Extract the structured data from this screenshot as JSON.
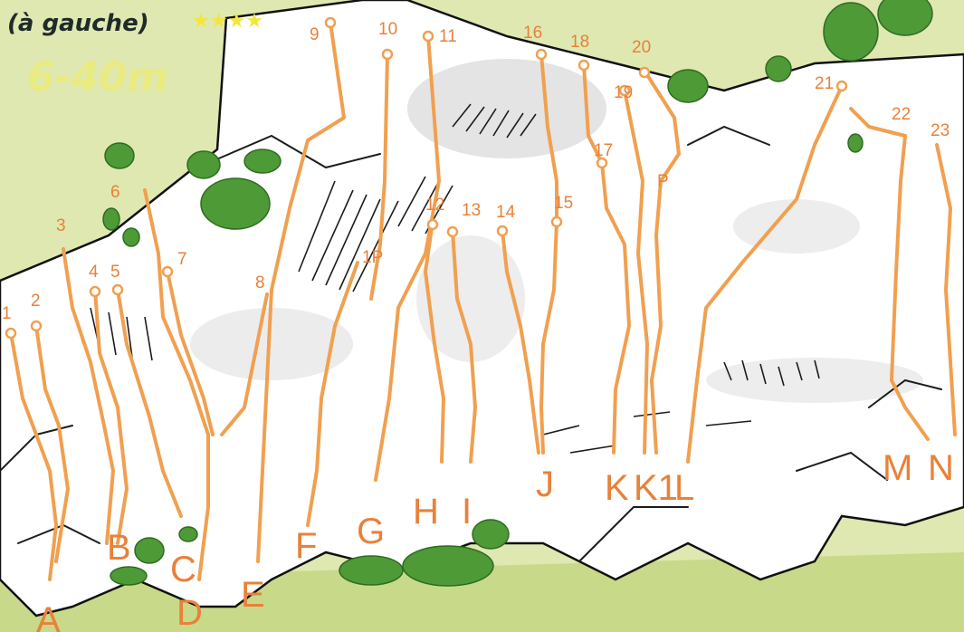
{
  "header": {
    "direction": "(à gauche)",
    "rating": "★★★★",
    "height": "6-40m"
  },
  "route_numbers": [
    "1",
    "2",
    "3",
    "4",
    "5",
    "6",
    "7",
    "8",
    "9",
    "10",
    "11",
    "12",
    "13",
    "14",
    "15",
    "16",
    "17",
    "18",
    "19",
    "20",
    "21",
    "22",
    "23",
    "P",
    "1P"
  ],
  "sector_letters": [
    "A",
    "B",
    "C",
    "D",
    "E",
    "F",
    "G",
    "H",
    "I",
    "J",
    "K",
    "K1",
    "L",
    "M",
    "N"
  ],
  "colors": {
    "route_line": "#f0a050",
    "label": "#e8813a",
    "rating_star": "#f5e63a",
    "vegetation": "#4d9a36",
    "background": "#dfe8b0",
    "rock": "#ffffff"
  }
}
